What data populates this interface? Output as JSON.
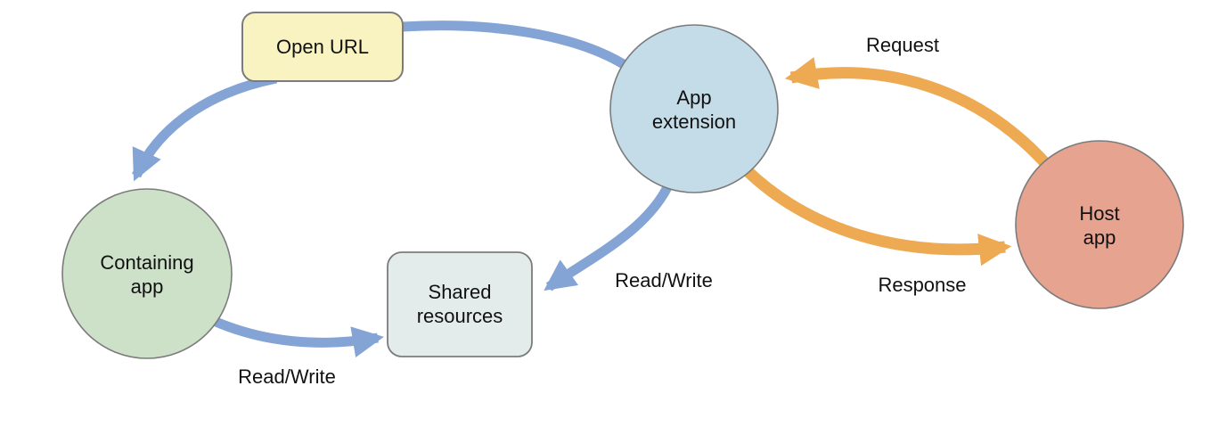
{
  "diagram": {
    "type": "flow-diagram",
    "description": "App extension communication diagram",
    "colors": {
      "blue_arrow": "#84a4d6",
      "orange_arrow": "#edaa52",
      "node_border": "#7b7b7b",
      "text": "#111111",
      "background": "#ffffff"
    },
    "nodes": {
      "open_url": {
        "shape": "rounded-rect",
        "label": "Open URL",
        "lines": [
          "Open URL"
        ],
        "fill": "#f9f3c2"
      },
      "app_extension": {
        "shape": "circle",
        "label": "App extension",
        "lines": [
          "App",
          "extension"
        ],
        "fill": "#c4dce8"
      },
      "host_app": {
        "shape": "circle",
        "label": "Host app",
        "lines": [
          "Host",
          "app"
        ],
        "fill": "#e5a390"
      },
      "containing_app": {
        "shape": "circle",
        "label": "Containing app",
        "lines": [
          "Containing",
          "app"
        ],
        "fill": "#cce1c8"
      },
      "shared_resources": {
        "shape": "rounded-rect",
        "label": "Shared resources",
        "lines": [
          "Shared",
          "resources"
        ],
        "fill": "#e3eceb"
      }
    },
    "edges": {
      "open_url_flow": {
        "from": "app_extension",
        "via": "open_url",
        "to": "containing_app",
        "label": "",
        "color": "#84a4d6"
      },
      "request": {
        "from": "host_app",
        "to": "app_extension",
        "label": "Request",
        "color": "#edaa52"
      },
      "response": {
        "from": "app_extension",
        "to": "host_app",
        "label": "Response",
        "color": "#edaa52"
      },
      "read_write_app_extension": {
        "from": "app_extension",
        "to": "shared_resources",
        "label": "Read/Write",
        "color": "#84a4d6"
      },
      "read_write_containing_app": {
        "from": "containing_app",
        "to": "shared_resources",
        "label": "Read/Write",
        "color": "#84a4d6"
      }
    }
  }
}
